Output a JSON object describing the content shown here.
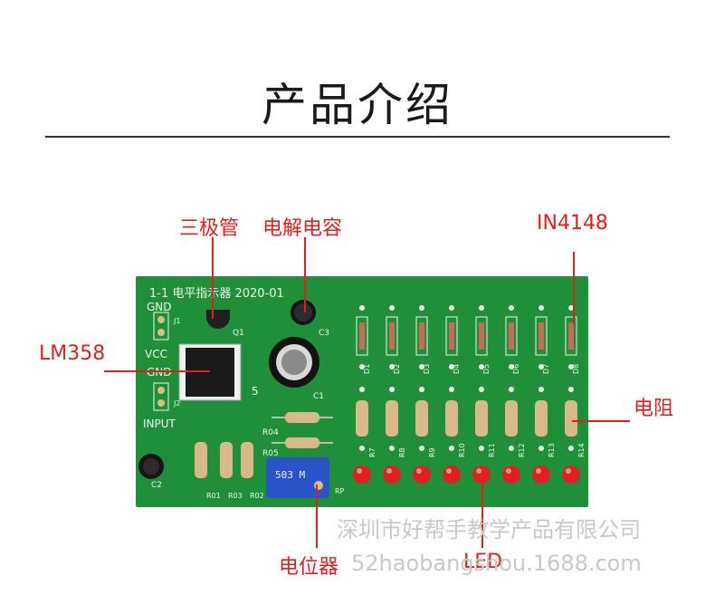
{
  "title": "产品介绍",
  "board": {
    "silkscreen": {
      "heading": "1-1 电平指示器 2020-01",
      "gnd_top": "GND",
      "j1": "J1",
      "vcc": "VCC",
      "gnd_mid": "GND",
      "j2": "J2",
      "input": "INPUT",
      "q1": "Q1",
      "c3": "C3",
      "c1": "C1",
      "c2": "C2",
      "five": "5",
      "r04": "R04",
      "r05": "R05",
      "rp": "RP",
      "r01": "R01",
      "r03": "R03",
      "r02": "R02"
    },
    "diode_labels": [
      "D1",
      "D2",
      "D3",
      "D4",
      "D5",
      "D6",
      "D7",
      "D8"
    ],
    "resistor_labels": [
      "R7",
      "R8",
      "R9",
      "R10",
      "R11",
      "R12",
      "R13",
      "R14"
    ],
    "pot_marking": "503 M",
    "colors": {
      "pcb": "#1f8f3a",
      "led": "#e02020",
      "pot": "#2a55c8",
      "callout": "#e02020"
    }
  },
  "callouts": {
    "transistor": "三极管",
    "electrolytic_cap": "电解电容",
    "diode": "IN4148",
    "opamp": "LM358",
    "resistor": "电阻",
    "potentiometer": "电位器",
    "led": "LED"
  },
  "watermark": {
    "company": "深圳市好帮手教学产品有限公司",
    "site": "52haobangshou.1688.com"
  }
}
